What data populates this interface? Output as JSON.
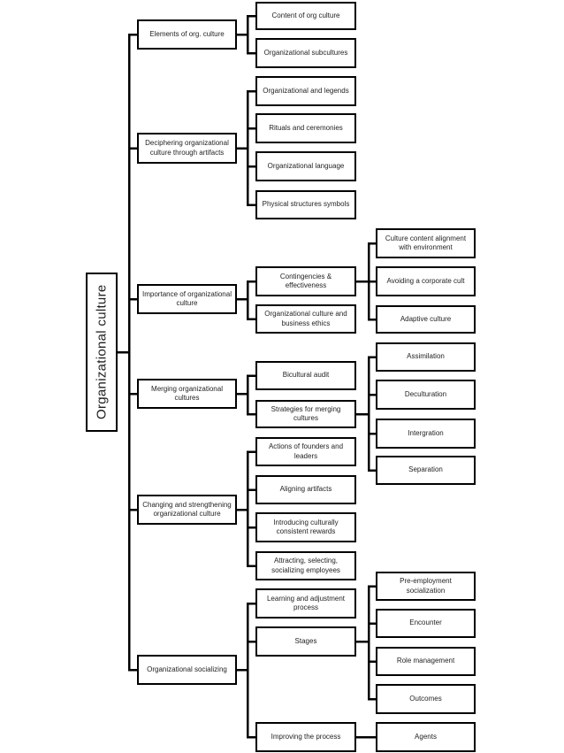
{
  "diagram": {
    "title": "Organizational culture",
    "colors": {
      "background": "#ffffff",
      "box_fill": "#ffffff",
      "box_border": "#000000",
      "connector": "#000000",
      "text": "#1f1f1f"
    },
    "root": {
      "label": "Organizational culture"
    },
    "branches": [
      {
        "label": "Elements of org. culture",
        "children": [
          {
            "label": "Content of org culture"
          },
          {
            "label": "Organizational subcultures"
          }
        ]
      },
      {
        "label": "Deciphering organizational culture through artifacts",
        "children": [
          {
            "label": "Organizational and legends"
          },
          {
            "label": "Rituals and ceremonies"
          },
          {
            "label": "Organizational language"
          },
          {
            "label": "Physical structures symbols"
          }
        ]
      },
      {
        "label": "Importance of organizational culture",
        "children": [
          {
            "label": "Contingencies &  effectiveness",
            "children": [
              {
                "label": "Culture content alignment with environment"
              },
              {
                "label": "Avoiding a corporate cult"
              },
              {
                "label": "Adaptive culture"
              }
            ]
          },
          {
            "label": "Organizational culture and business ethics"
          }
        ]
      },
      {
        "label": "Merging organizational cultures",
        "children": [
          {
            "label": "Bicultural audit"
          },
          {
            "label": "Strategies for merging cultures",
            "children": [
              {
                "label": "Assimilation"
              },
              {
                "label": "Deculturation"
              },
              {
                "label": "Intergration"
              },
              {
                "label": "Separation"
              }
            ]
          }
        ]
      },
      {
        "label": "Changing and strengthening organizational culture",
        "children": [
          {
            "label": "Actions of founders and leaders"
          },
          {
            "label": "Aligning artifacts"
          },
          {
            "label": "Introducing culturally consistent rewards"
          },
          {
            "label": "Attracting,  selecting,  socializing employees"
          }
        ]
      },
      {
        "label": "Organizational socializing",
        "children": [
          {
            "label": "Learning and adjustment process"
          },
          {
            "label": "Stages",
            "children": [
              {
                "label": "Pre-employment socialization"
              },
              {
                "label": "Encounter"
              },
              {
                "label": "Role management"
              },
              {
                "label": "Outcomes"
              }
            ]
          },
          {
            "label": "Improving the process",
            "children": [
              {
                "label": "Agents"
              }
            ]
          }
        ]
      }
    ]
  }
}
